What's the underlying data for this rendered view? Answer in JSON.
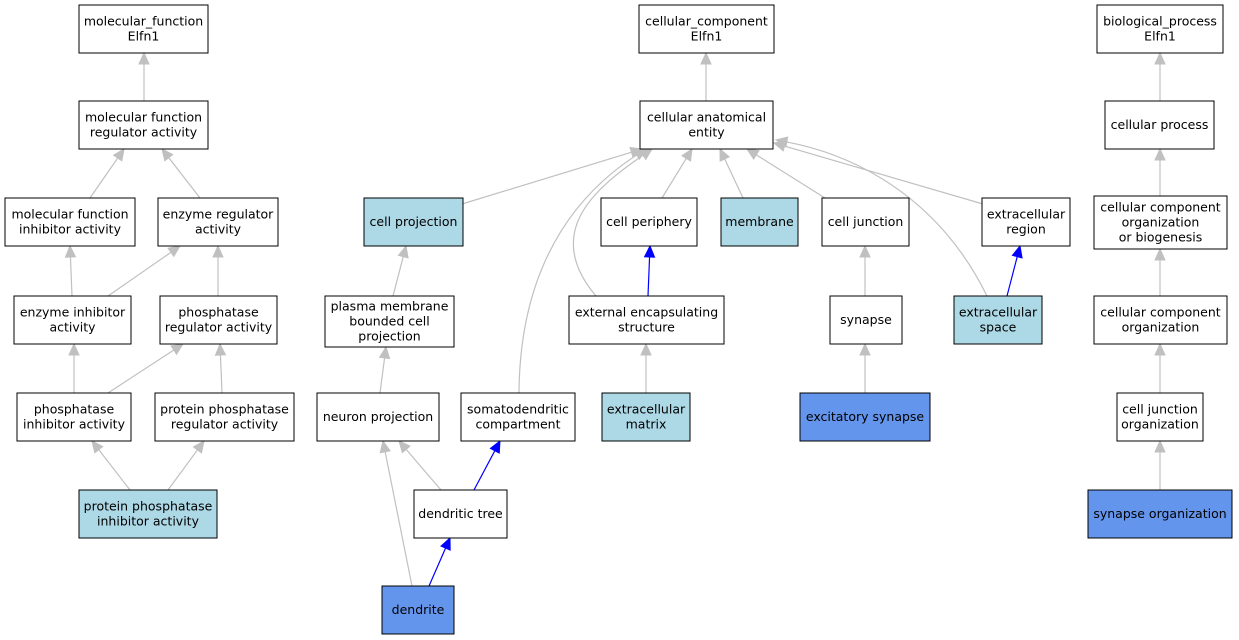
{
  "colors": {
    "plain": "#ffffff",
    "light": "#add8e6",
    "dark": "#6495ed",
    "edge_gray": "#c0c0c0",
    "edge_blue": "#0000ff"
  },
  "nodes": [
    {
      "id": "mf_root",
      "lines": [
        "molecular_function",
        "Elfn1"
      ],
      "fill": "plain"
    },
    {
      "id": "mf_reg",
      "lines": [
        "molecular function",
        "regulator activity"
      ],
      "fill": "plain"
    },
    {
      "id": "mf_inhib",
      "lines": [
        "molecular function",
        "inhibitor activity"
      ],
      "fill": "plain"
    },
    {
      "id": "enz_reg",
      "lines": [
        "enzyme regulator",
        "activity"
      ],
      "fill": "plain"
    },
    {
      "id": "enz_inhib",
      "lines": [
        "enzyme inhibitor",
        "activity"
      ],
      "fill": "plain"
    },
    {
      "id": "phos_reg",
      "lines": [
        "phosphatase",
        "regulator activity"
      ],
      "fill": "plain"
    },
    {
      "id": "phos_inhib",
      "lines": [
        "phosphatase",
        "inhibitor activity"
      ],
      "fill": "plain"
    },
    {
      "id": "prot_phos_reg",
      "lines": [
        "protein phosphatase",
        "regulator activity"
      ],
      "fill": "plain"
    },
    {
      "id": "prot_phos_inhib",
      "lines": [
        "protein phosphatase",
        "inhibitor activity"
      ],
      "fill": "light"
    },
    {
      "id": "cc_root",
      "lines": [
        "cellular_component",
        "Elfn1"
      ],
      "fill": "plain"
    },
    {
      "id": "cae",
      "lines": [
        "cellular anatomical",
        "entity"
      ],
      "fill": "plain"
    },
    {
      "id": "cell_proj",
      "lines": [
        "cell projection"
      ],
      "fill": "light"
    },
    {
      "id": "cell_periph",
      "lines": [
        "cell periphery"
      ],
      "fill": "plain"
    },
    {
      "id": "membrane",
      "lines": [
        "membrane"
      ],
      "fill": "light"
    },
    {
      "id": "cell_junc",
      "lines": [
        "cell junction"
      ],
      "fill": "plain"
    },
    {
      "id": "extra_region",
      "lines": [
        "extracellular",
        "region"
      ],
      "fill": "plain"
    },
    {
      "id": "pm_proj",
      "lines": [
        "plasma membrane",
        "bounded cell",
        "projection"
      ],
      "fill": "plain"
    },
    {
      "id": "ext_encap",
      "lines": [
        "external encapsulating",
        "structure"
      ],
      "fill": "plain"
    },
    {
      "id": "synapse",
      "lines": [
        "synapse"
      ],
      "fill": "plain"
    },
    {
      "id": "extra_space",
      "lines": [
        "extracellular",
        "space"
      ],
      "fill": "light"
    },
    {
      "id": "neuron_proj",
      "lines": [
        "neuron projection"
      ],
      "fill": "plain"
    },
    {
      "id": "somato",
      "lines": [
        "somatodendritic",
        "compartment"
      ],
      "fill": "plain"
    },
    {
      "id": "extra_matrix",
      "lines": [
        "extracellular",
        "matrix"
      ],
      "fill": "light"
    },
    {
      "id": "exc_syn",
      "lines": [
        "excitatory synapse"
      ],
      "fill": "dark"
    },
    {
      "id": "dend_tree",
      "lines": [
        "dendritic tree"
      ],
      "fill": "plain"
    },
    {
      "id": "dendrite",
      "lines": [
        "dendrite"
      ],
      "fill": "dark"
    },
    {
      "id": "bp_root",
      "lines": [
        "biological_process",
        "Elfn1"
      ],
      "fill": "plain"
    },
    {
      "id": "cell_proc",
      "lines": [
        "cellular process"
      ],
      "fill": "plain"
    },
    {
      "id": "ccob",
      "lines": [
        "cellular component",
        "organization",
        "or biogenesis"
      ],
      "fill": "plain"
    },
    {
      "id": "cco",
      "lines": [
        "cellular component",
        "organization"
      ],
      "fill": "plain"
    },
    {
      "id": "cjo",
      "lines": [
        "cell junction",
        "organization"
      ],
      "fill": "plain"
    },
    {
      "id": "syn_org",
      "lines": [
        "synapse organization"
      ],
      "fill": "dark"
    }
  ],
  "edges": [
    {
      "from": "mf_reg",
      "to": "mf_root",
      "color": "edge_gray"
    },
    {
      "from": "mf_inhib",
      "to": "mf_reg",
      "color": "edge_gray"
    },
    {
      "from": "enz_reg",
      "to": "mf_reg",
      "color": "edge_gray"
    },
    {
      "from": "enz_inhib",
      "to": "mf_inhib",
      "color": "edge_gray"
    },
    {
      "from": "enz_inhib",
      "to": "enz_reg",
      "color": "edge_gray"
    },
    {
      "from": "phos_reg",
      "to": "enz_reg",
      "color": "edge_gray"
    },
    {
      "from": "phos_inhib",
      "to": "enz_inhib",
      "color": "edge_gray"
    },
    {
      "from": "phos_inhib",
      "to": "phos_reg",
      "color": "edge_gray"
    },
    {
      "from": "prot_phos_reg",
      "to": "phos_reg",
      "color": "edge_gray"
    },
    {
      "from": "prot_phos_inhib",
      "to": "phos_inhib",
      "color": "edge_gray"
    },
    {
      "from": "prot_phos_inhib",
      "to": "prot_phos_reg",
      "color": "edge_gray"
    },
    {
      "from": "cae",
      "to": "cc_root",
      "color": "edge_gray"
    },
    {
      "from": "cell_proj",
      "to": "cae",
      "color": "edge_gray"
    },
    {
      "from": "cell_periph",
      "to": "cae",
      "color": "edge_gray"
    },
    {
      "from": "membrane",
      "to": "cae",
      "color": "edge_gray"
    },
    {
      "from": "cell_junc",
      "to": "cae",
      "color": "edge_gray"
    },
    {
      "from": "extra_region",
      "to": "cae",
      "color": "edge_gray"
    },
    {
      "from": "somato",
      "to": "cae",
      "color": "edge_gray"
    },
    {
      "from": "ext_encap",
      "to": "cae",
      "color": "edge_gray"
    },
    {
      "from": "extra_space",
      "to": "cae",
      "color": "edge_gray"
    },
    {
      "from": "pm_proj",
      "to": "cell_proj",
      "color": "edge_gray"
    },
    {
      "from": "ext_encap",
      "to": "cell_periph",
      "color": "edge_blue"
    },
    {
      "from": "synapse",
      "to": "cell_junc",
      "color": "edge_gray"
    },
    {
      "from": "extra_space",
      "to": "extra_region",
      "color": "edge_blue"
    },
    {
      "from": "neuron_proj",
      "to": "pm_proj",
      "color": "edge_gray"
    },
    {
      "from": "extra_matrix",
      "to": "ext_encap",
      "color": "edge_gray"
    },
    {
      "from": "exc_syn",
      "to": "synapse",
      "color": "edge_gray"
    },
    {
      "from": "dend_tree",
      "to": "neuron_proj",
      "color": "edge_gray"
    },
    {
      "from": "dend_tree",
      "to": "somato",
      "color": "edge_blue"
    },
    {
      "from": "dendrite",
      "to": "neuron_proj",
      "color": "edge_gray"
    },
    {
      "from": "dendrite",
      "to": "dend_tree",
      "color": "edge_blue"
    },
    {
      "from": "cell_proc",
      "to": "bp_root",
      "color": "edge_gray"
    },
    {
      "from": "ccob",
      "to": "cell_proc",
      "color": "edge_gray"
    },
    {
      "from": "cco",
      "to": "ccob",
      "color": "edge_gray"
    },
    {
      "from": "cjo",
      "to": "cco",
      "color": "edge_gray"
    },
    {
      "from": "syn_org",
      "to": "cjo",
      "color": "edge_gray"
    }
  ]
}
